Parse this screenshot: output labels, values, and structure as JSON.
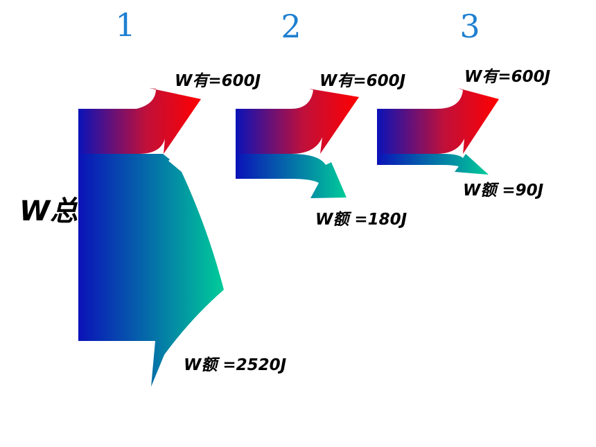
{
  "panels": [
    {
      "number": "1",
      "useful_label": "W有=600J",
      "extra_label": "W额 =2520J"
    },
    {
      "number": "2",
      "useful_label": "W有=600J",
      "extra_label": "W额 =180J"
    },
    {
      "number": "3",
      "useful_label": "W有=600J",
      "extra_label": "W额 =90J"
    }
  ],
  "total_label": "W总",
  "colors": {
    "number": "#1e7fd0",
    "useful_start": "#0a12b8",
    "useful_end": "#ff0000",
    "extra_start": "#0a12b8",
    "extra_end": "#00cc99"
  }
}
